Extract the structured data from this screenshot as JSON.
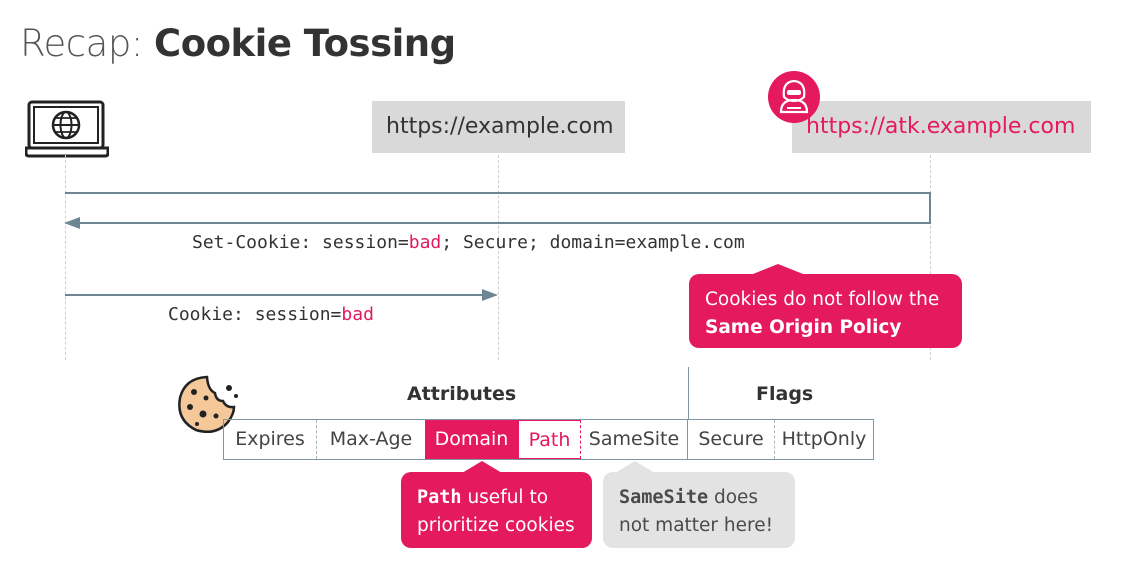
{
  "title": {
    "prefix": "Recap:",
    "main": "Cookie Tossing"
  },
  "hosts": {
    "example": "https://example.com",
    "attacker": "https://atk.example.com"
  },
  "messages": {
    "set_cookie": {
      "before": "Set-Cookie: session=",
      "value": "bad",
      "after": "; Secure; domain=example.com"
    },
    "cookie": {
      "before": "Cookie: session=",
      "value": "bad"
    }
  },
  "callouts": {
    "sop": {
      "line1": "Cookies do not follow the",
      "line2": "Same Origin Policy"
    },
    "path": {
      "bold": "Path",
      "rest1": " useful to",
      "line2": "prioritize cookies"
    },
    "samesite": {
      "bold": "SameSite",
      "rest1": " does",
      "line2": "not matter here!"
    }
  },
  "table": {
    "attributes_header": "Attributes",
    "flags_header": "Flags",
    "attributes": [
      "Expires",
      "Max-Age",
      "Domain",
      "Path",
      "SameSite"
    ],
    "flags": [
      "Secure",
      "HttpOnly"
    ]
  },
  "icons": [
    "browser-globe-icon",
    "hacker-icon",
    "cookie-icon"
  ],
  "colors": {
    "accent": "#e5195e",
    "arrow": "#6e8593",
    "host_bg": "#d9d9d9",
    "gray_bubble": "#e3e3e3"
  }
}
